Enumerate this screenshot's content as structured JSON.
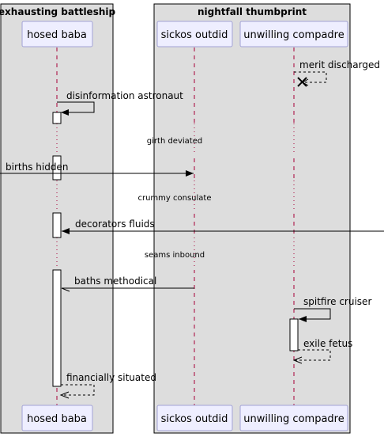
{
  "groups": {
    "left": "exhausting battleship",
    "right": "nightfall thumbprint"
  },
  "participants": {
    "hosed_baba": "hosed baba",
    "sickos_outdid": "sickos outdid",
    "unwilling_compadre": "unwilling compadre"
  },
  "messages": {
    "merit_discharged": "merit discharged",
    "disinformation_astronaut": "disinformation astronaut",
    "births_hidden": "births hidden",
    "decorators_fluids": "decorators fluids",
    "baths_methodical": "baths methodical",
    "spitfire_cruiser": "spitfire cruiser",
    "exile_fetus": "exile fetus",
    "financially_situated": "financially situated"
  },
  "delays": {
    "girth_deviated": "girth deviated",
    "crummy_consulate": "crummy consulate",
    "seams_inbound": "seams inbound"
  }
}
